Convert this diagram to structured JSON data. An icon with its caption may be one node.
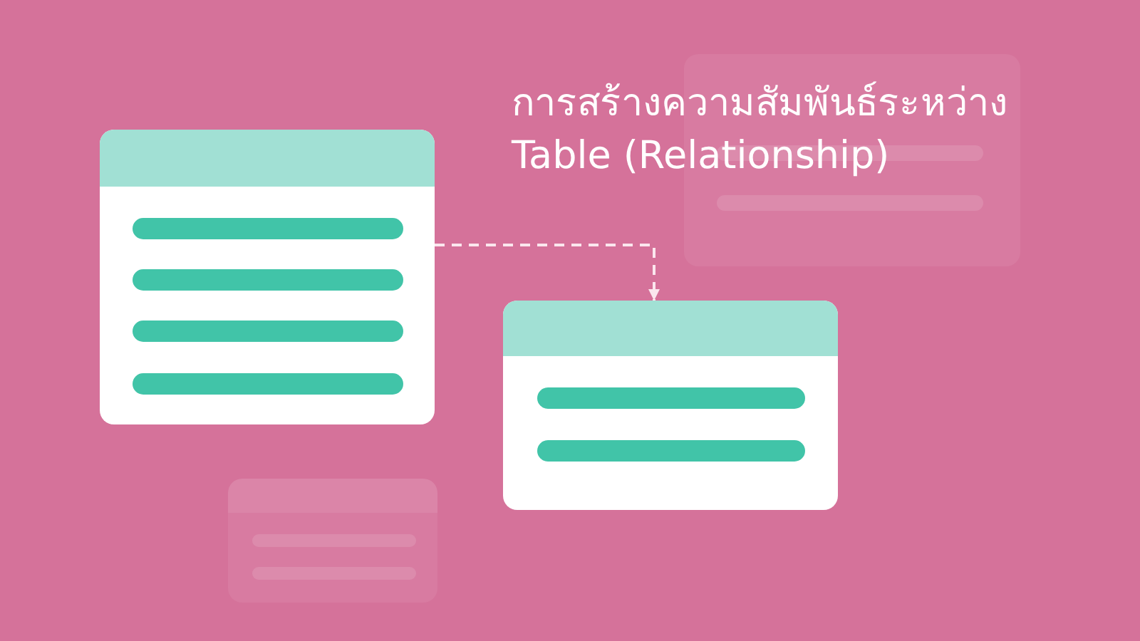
{
  "diagram": {
    "title": "การสร้างความสัมพันธ์ระหว่าง Table (Relationship)",
    "nodes": [
      {
        "text": [],
        "shape": "box"
      },
      {
        "text": [],
        "shape": "box"
      }
    ],
    "edges": [
      {
        "from": 0,
        "to": 1,
        "arrow": "to",
        "style": "dashed"
      }
    ]
  }
}
